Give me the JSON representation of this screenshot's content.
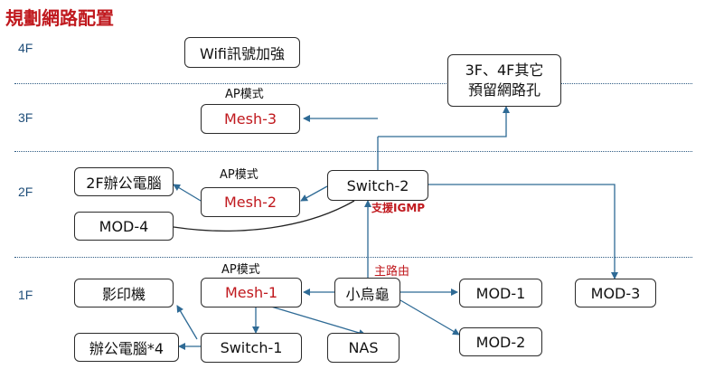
{
  "title": "規劃網路配置",
  "floors": {
    "f4": "4F",
    "f3": "3F",
    "f2": "2F",
    "f1": "1F"
  },
  "nodes": {
    "wifi": "Wifi訊號加強",
    "reserved_line1": "3F、4F其它",
    "reserved_line2": "預留網路孔",
    "mesh3": "Mesh-3",
    "mesh2": "Mesh-2",
    "mesh1": "Mesh-1",
    "switch2": "Switch-2",
    "switch1": "Switch-1",
    "pc2f": "2F辦公電腦",
    "mod4": "MOD-4",
    "mod1": "MOD-1",
    "mod2": "MOD-2",
    "mod3": "MOD-3",
    "copier": "影印機",
    "pc4": "辦公電腦*4",
    "router": "小烏龜",
    "nas": "NAS"
  },
  "labels": {
    "ap_mode_3f": "AP模式",
    "ap_mode_2f": "AP模式",
    "ap_mode_1f": "AP模式",
    "igmp": "支援IGMP",
    "main_router": "主路由"
  }
}
